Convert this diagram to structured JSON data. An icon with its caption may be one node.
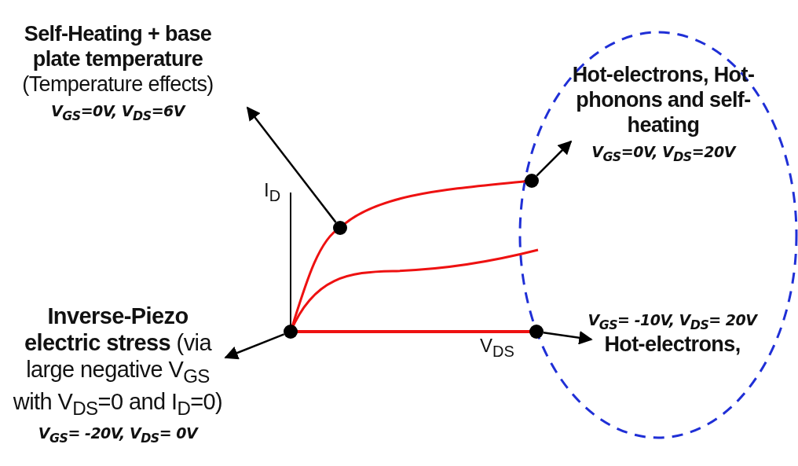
{
  "diagram": {
    "nodes": [
      {
        "text": [
          "Self-Heating + base plate temperature",
          "(Temperature effects)",
          "V$_{GS}$=0V, V$_{DS}$=6V"
        ]
      },
      {
        "text": [],
        "shape": "circle"
      },
      {
        "text": [
          "Hot-electrons, Hot-phonons and self-heating",
          "V$_{GS}$=0V, V$_{DS}$=20V"
        ]
      },
      {
        "text": [],
        "shape": "circle"
      },
      {
        "text": [
          "**Inverse-Piezo electric stress** (via large negative V$_{GS}$ with V$_{DS}$=0 and I$_{D}$=0)",
          "V$_{GS}$= -20V, V$_{DS}$= 0V"
        ]
      },
      {
        "text": [],
        "shape": "circle"
      },
      {
        "text": [
          "V$_{GS}$= -10V, V$_{DS}$= 20V",
          "Hot-electrons,"
        ]
      },
      {
        "text": [],
        "shape": "circle"
      }
    ],
    "edges": [
      {
        "from": 1,
        "to": 0,
        "arrow": "to"
      },
      {
        "from": 3,
        "to": 2,
        "arrow": "to"
      },
      {
        "from": 5,
        "to": 4,
        "arrow": "to"
      },
      {
        "from": 7,
        "to": 6,
        "arrow": "to"
      }
    ],
    "labels": [
      "I$_{D}$",
      "V$_{DS}$"
    ]
  }
}
